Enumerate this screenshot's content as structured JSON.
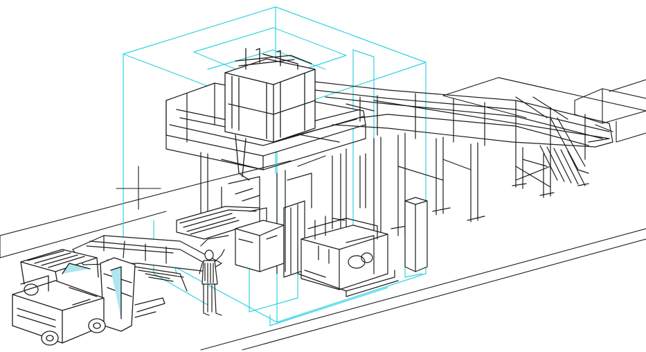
{
  "colors": {
    "background": "#ffffff",
    "linework": "#1a1a1a",
    "envelope": "#2fd3e0",
    "glass_tint": "#aee6ee"
  },
  "drawing": {
    "style": "isometric line drawing",
    "components": [
      "safety-envelope",
      "floor-slab",
      "building-outline",
      "platform-structure",
      "tower-frame",
      "inclined-conveyor",
      "vibrating-screen",
      "hydraulic-power-unit",
      "control-cabinet",
      "feed-conveyor",
      "operator-figure",
      "forklift"
    ]
  }
}
